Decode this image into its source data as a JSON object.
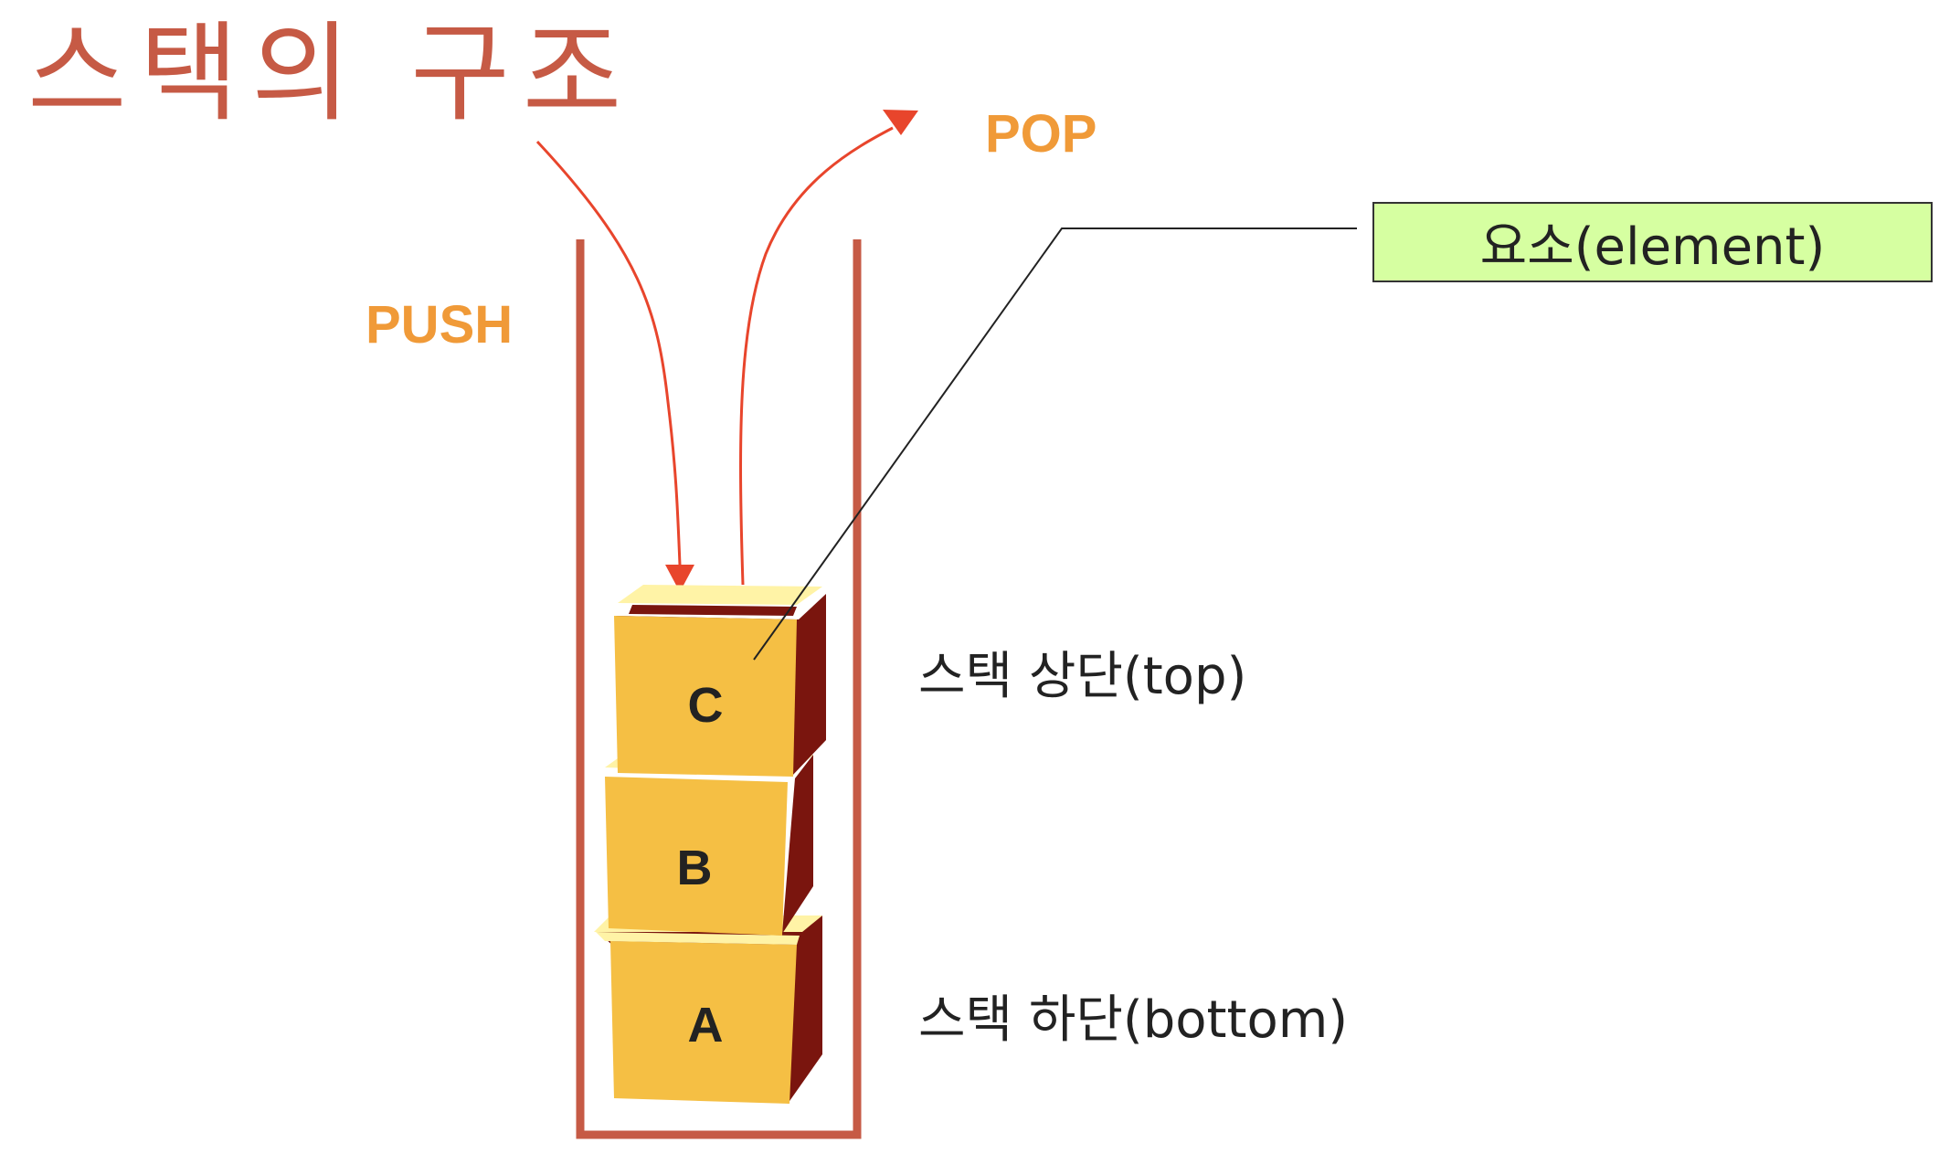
{
  "title": "스택의 구조",
  "operations": {
    "push": "PUSH",
    "pop": "POP"
  },
  "callout": {
    "label": "요소(element)"
  },
  "stack": {
    "elements": [
      {
        "label": "C",
        "position": "top"
      },
      {
        "label": "B",
        "position": "middle"
      },
      {
        "label": "A",
        "position": "bottom"
      }
    ],
    "top_label": "스택 상단(top)",
    "bottom_label": "스택 하단(bottom)"
  },
  "colors": {
    "title": "#c65a45",
    "container": "#c65a45",
    "arrow": "#e8452c",
    "op_text": "#f09a38",
    "box_face": "#f5bf44",
    "box_top": "#fff3a6",
    "box_side": "#7a150e",
    "callout_fill": "#d6ffa1"
  }
}
